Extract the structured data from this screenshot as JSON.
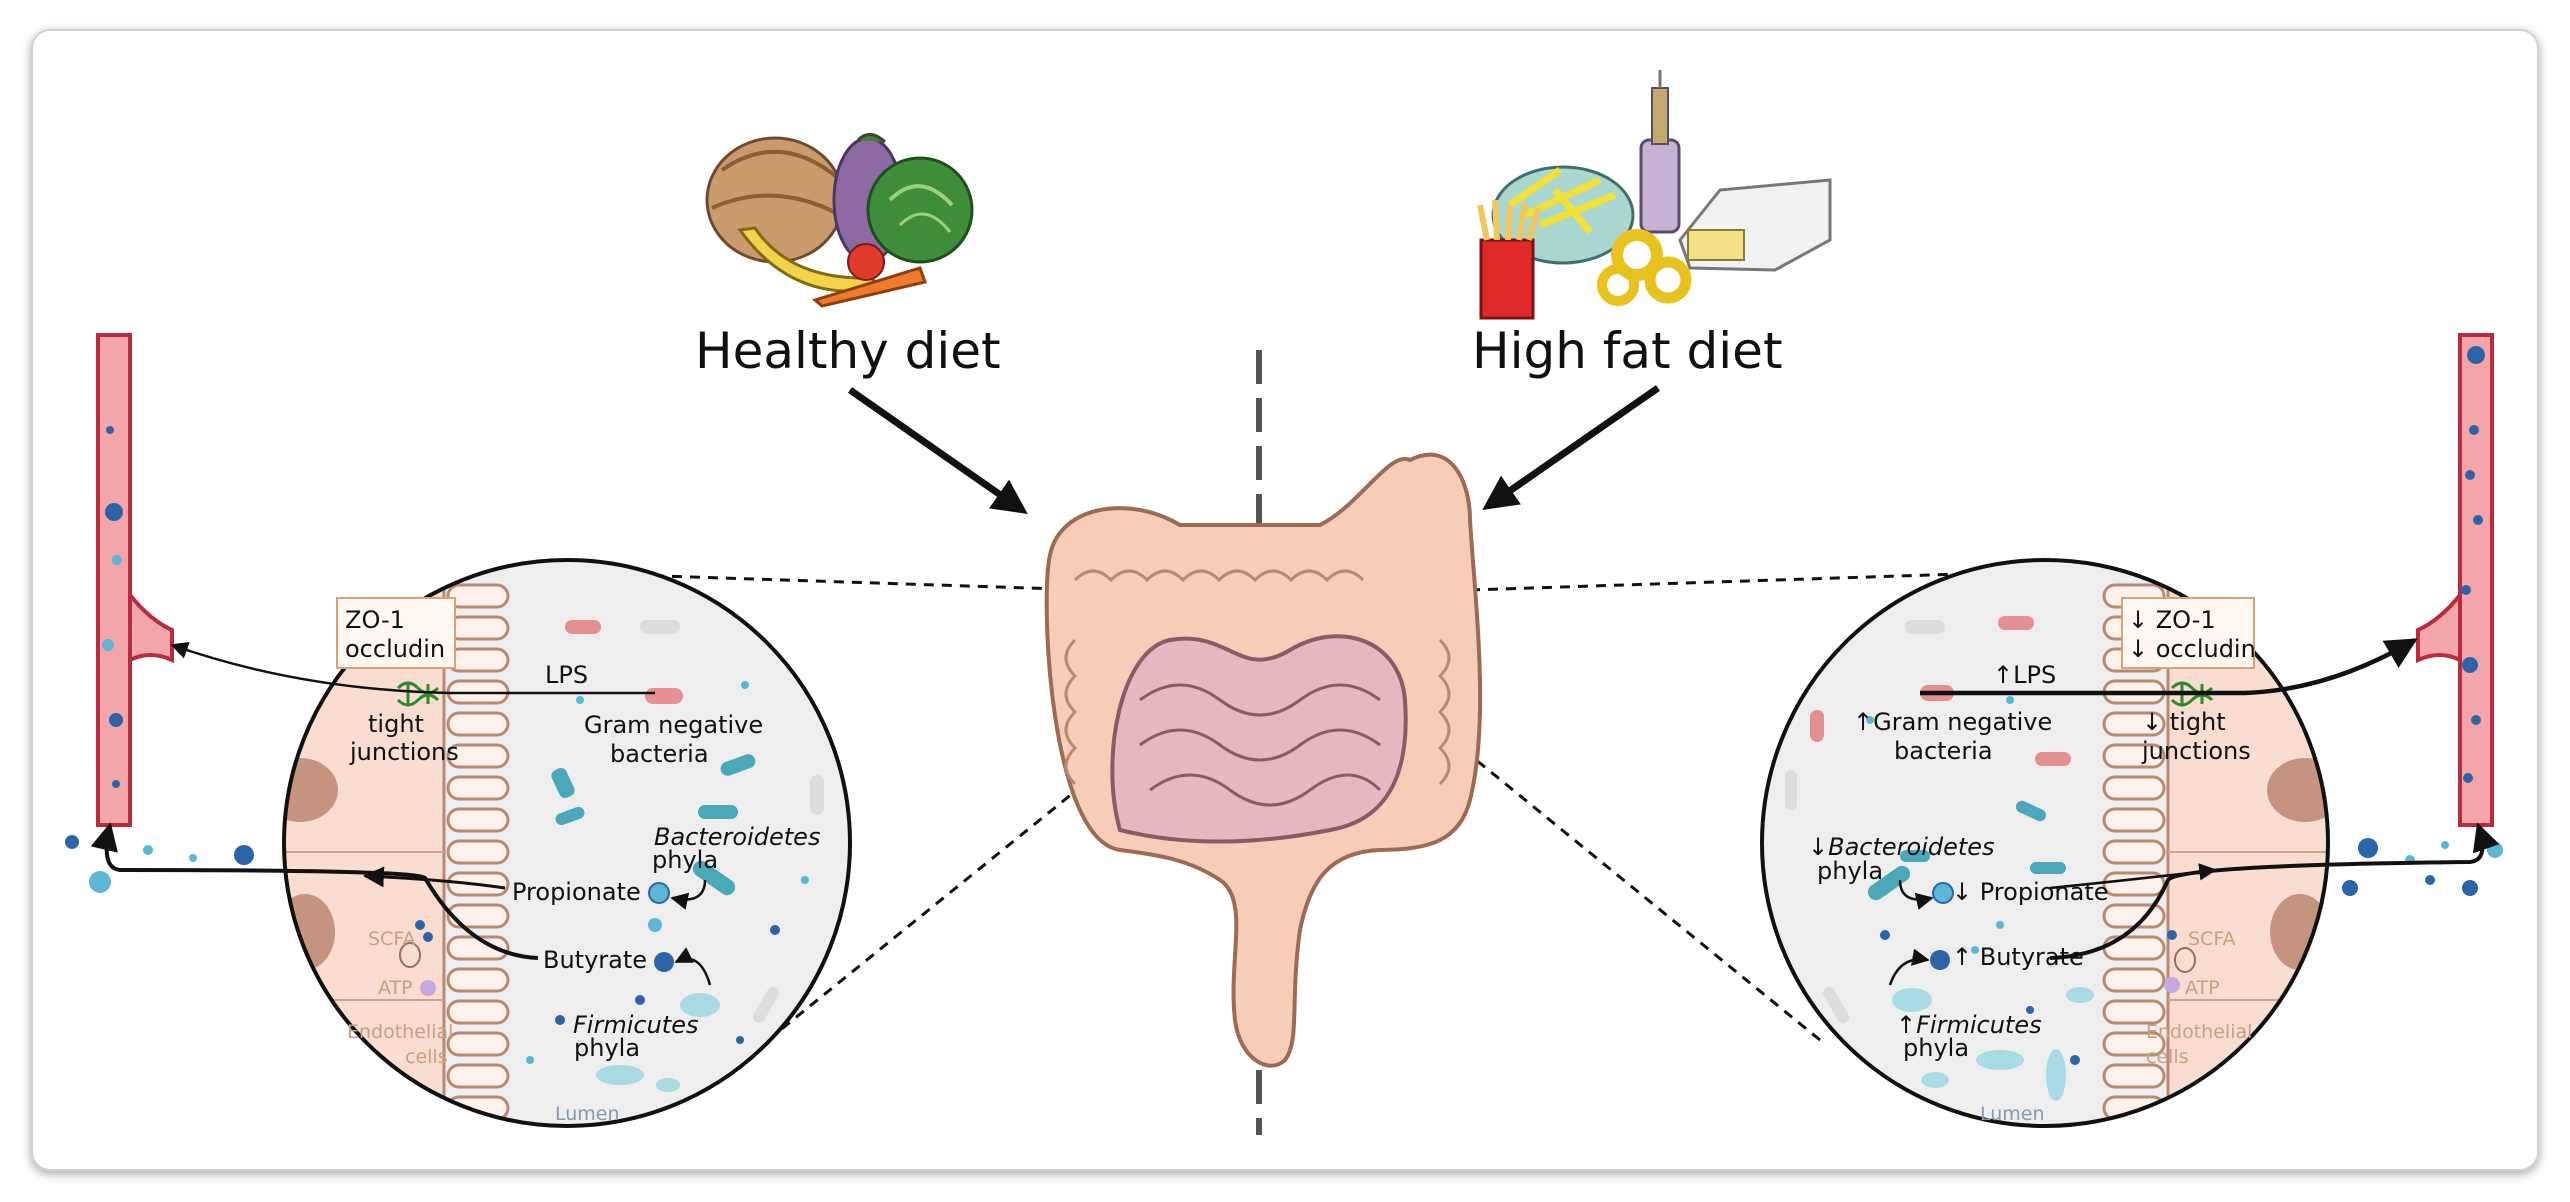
{
  "titles": {
    "left": "Healthy diet",
    "right": "High fat diet"
  },
  "left_panel": {
    "tj_box_line1": "ZO-1",
    "tj_box_line2": "occludin",
    "lps": "LPS",
    "tight_line1": "tight",
    "tight_line2": "junctions",
    "gram_line1": "Gram negative",
    "gram_line2": "bacteria",
    "bacteroidetes": "Bacteroidetes",
    "bacteroidetes_phyla": "phyla",
    "propionate": "Propionate",
    "butyrate": "Butyrate",
    "firmicutes": "Firmicutes",
    "firmicutes_phyla": "phyla",
    "scfa": "SCFA",
    "atp": "ATP",
    "endo_line1": "Endothelial",
    "endo_line2": "cells",
    "lumen": "Lumen"
  },
  "right_panel": {
    "tj_box_line1": "↓ ZO-1",
    "tj_box_line2": "↓ occludin",
    "lps": "↑LPS",
    "tight_line1": "↓ tight",
    "tight_line2": "junctions",
    "gram_line1": "↑Gram negative",
    "gram_line2": "bacteria",
    "bacteroidetes_arrow": "↓",
    "bacteroidetes": "Bacteroidetes",
    "bacteroidetes_phyla": "phyla",
    "propionate": "↓ Propionate",
    "butyrate": "↑ Butyrate",
    "firmicutes_arrow": "↑",
    "firmicutes": "Firmicutes",
    "firmicutes_phyla": "phyla",
    "scfa": "SCFA",
    "atp": "ATP",
    "endo_line1": "Endothelial",
    "endo_line2": "cells",
    "lumen": "Lumen"
  },
  "colors": {
    "vessel": "#f3a6aa",
    "vessel_stroke": "#b72d40",
    "epithelium": "#f8ddd0",
    "lumen_bg": "#eeeeee",
    "bacteria_teal": "#4aa8b8",
    "bacteria_pink": "#e48f91",
    "colon": "#f6cdb7",
    "small_intestine": "#e7b7c0",
    "arrow": "#111111",
    "tight_junction": "#2f8a2a"
  },
  "icons": {
    "healthy_food": "healthy-food-icon",
    "fatty_food": "fatty-food-icon",
    "tight_junction": "tight-junction-icon",
    "mitochondrion": "mitochondrion-icon"
  }
}
